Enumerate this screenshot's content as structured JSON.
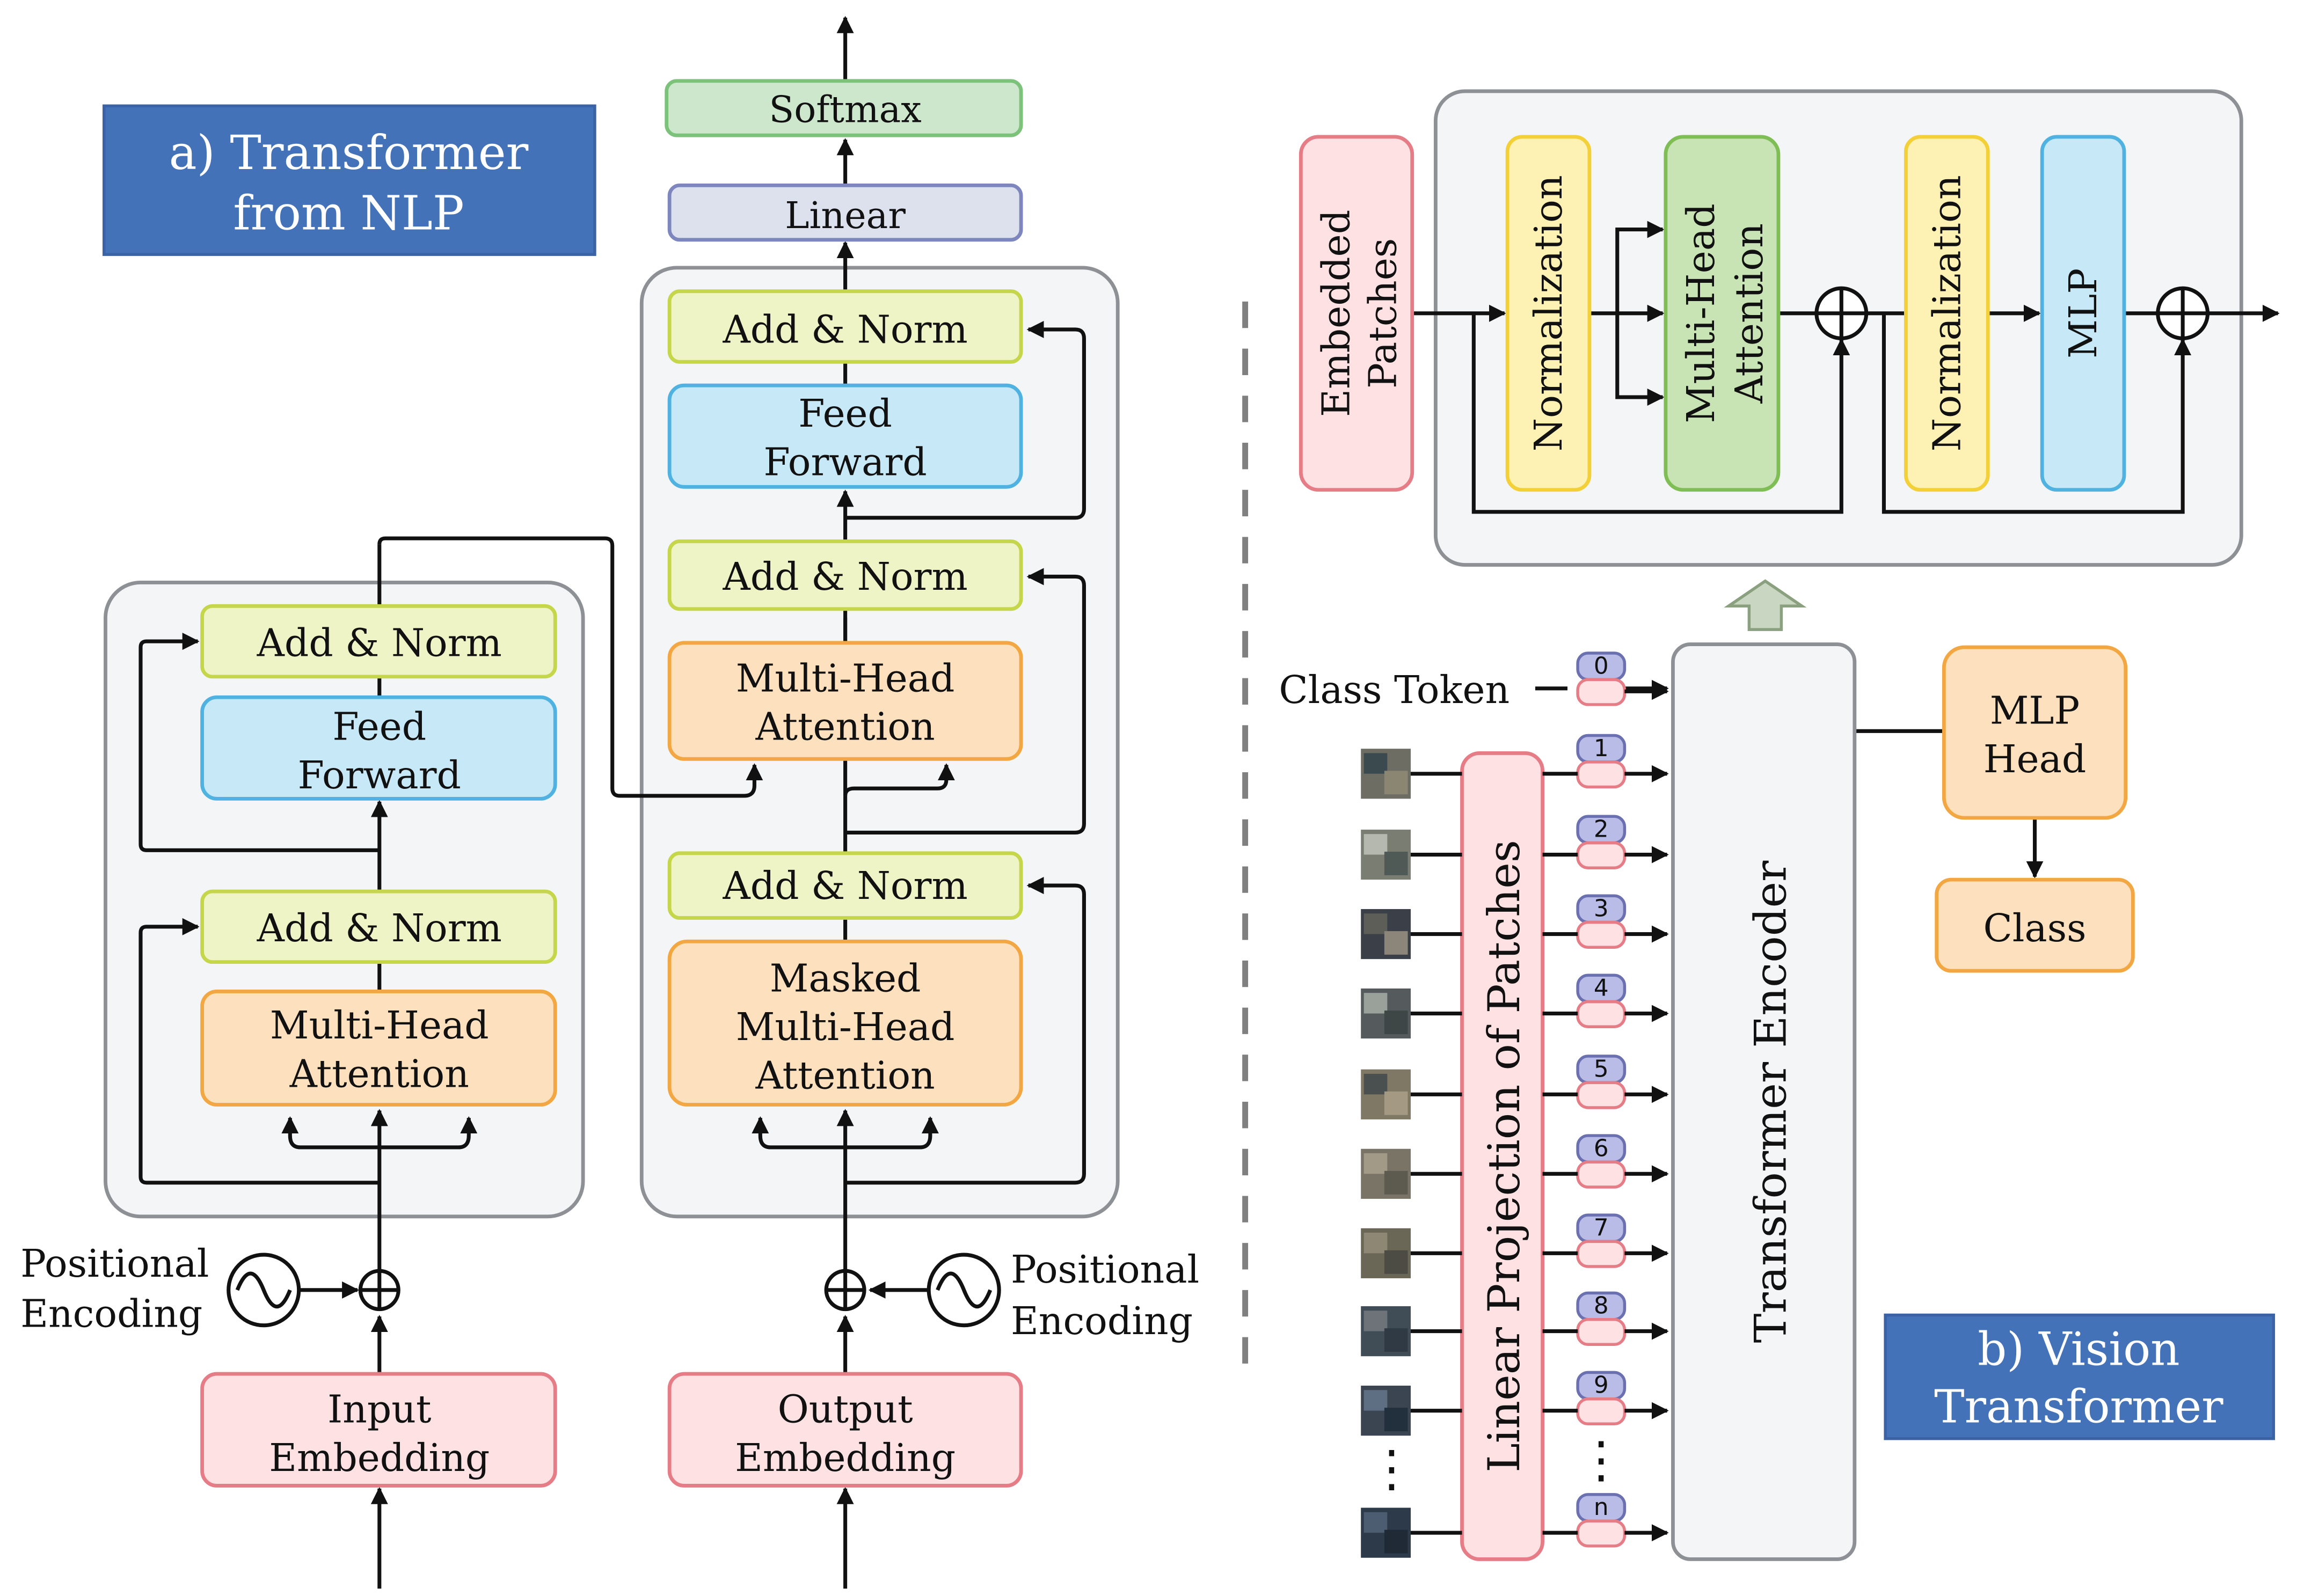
{
  "panel_a": {
    "title_line1": "a) Transformer",
    "title_line2": "from NLP",
    "encoder": {
      "add_norm_top": "Add & Norm",
      "feed_forward_line1": "Feed",
      "feed_forward_line2": "Forward",
      "add_norm_bottom": "Add & Norm",
      "mha_line1": "Multi-Head",
      "mha_line2": "Attention"
    },
    "decoder": {
      "add_norm_top": "Add & Norm",
      "feed_forward_line1": "Feed",
      "feed_forward_line2": "Forward",
      "add_norm_mid": "Add & Norm",
      "mha_line1": "Multi-Head",
      "mha_line2": "Attention",
      "add_norm_bottom": "Add & Norm",
      "masked_line1": "Masked",
      "masked_line2": "Multi-Head",
      "masked_line3": "Attention"
    },
    "linear": "Linear",
    "softmax": "Softmax",
    "input_embedding_line1": "Input",
    "input_embedding_line2": "Embedding",
    "output_embedding_line1": "Output",
    "output_embedding_line2": "Embedding",
    "pos_enc_left_line1": "Positional",
    "pos_enc_left_line2": "Encoding",
    "pos_enc_right_line1": "Positional",
    "pos_enc_right_line2": "Encoding"
  },
  "panel_b": {
    "title_line1": "b) Vision",
    "title_line2": "Transformer",
    "embedded_patches_line1": "Embedded",
    "embedded_patches_line2": "Patches",
    "normalization_1": "Normalization",
    "mha_line1": "Multi-Head",
    "mha_line2": "Attention",
    "normalization_2": "Normalization",
    "mlp": "MLP",
    "class_token": "Class Token",
    "linear_projection": "Linear Projection of Patches",
    "transformer_encoder": "Transformer Encoder",
    "mlp_head_line1": "MLP",
    "mlp_head_line2": "Head",
    "class_label": "Class",
    "tokens": [
      "0",
      "1",
      "2",
      "3",
      "4",
      "5",
      "6",
      "7",
      "8",
      "9",
      "n"
    ],
    "ellipsis": "⋮"
  },
  "colors": {
    "title_bg": "#4472b9",
    "pink_fill": "#fde1e3",
    "pink_stroke": "#e57c86",
    "orange_fill": "#fde0bd",
    "orange_stroke": "#f3a742",
    "yellow_green_fill": "#eef4c6",
    "yellow_green_stroke": "#c5d64a",
    "blue_fill": "#c7e8f6",
    "blue_stroke": "#4fb2e0",
    "lavender_fill": "#dde1ee",
    "lavender_stroke": "#7e87bd",
    "green_fill": "#cde7cc",
    "green_stroke": "#7cc27a",
    "yellow_fill": "#fdf1b3",
    "yellow_stroke": "#f3cf38",
    "light_green_fill": "#c8e3b4",
    "light_green_stroke": "#7fbd55",
    "panel_fill": "#f4f5f7",
    "panel_stroke": "#8d9095",
    "token_fill": "#b8bce6",
    "token_stroke": "#6b71b0"
  },
  "icons": {
    "plus_circle": "circle-plus-icon",
    "sine_wave": "sine-wave-icon",
    "up_arrow": "block-up-arrow-icon",
    "patch": "image-patch-icon"
  }
}
